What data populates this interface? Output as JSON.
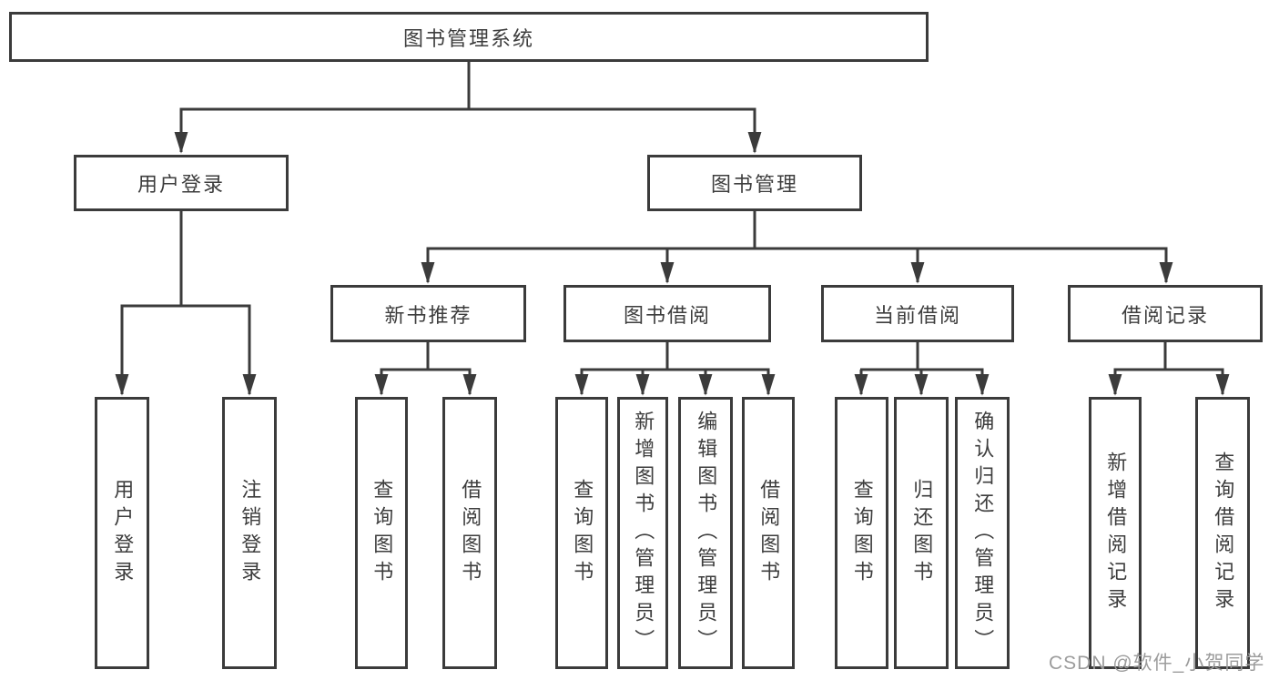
{
  "title": "图书管理系统",
  "tree": {
    "root": {
      "label": "图书管理系统",
      "children": [
        {
          "label": "用户登录",
          "children": [
            {
              "label": "用户登录"
            },
            {
              "label": "注销登录"
            }
          ]
        },
        {
          "label": "图书管理",
          "children": [
            {
              "label": "新书推荐",
              "children": [
                {
                  "label": "查询图书"
                },
                {
                  "label": "借阅图书"
                }
              ]
            },
            {
              "label": "图书借阅",
              "children": [
                {
                  "label": "查询图书"
                },
                {
                  "label": "新增图书（管理员）"
                },
                {
                  "label": "编辑图书（管理员）"
                },
                {
                  "label": "借阅图书"
                }
              ]
            },
            {
              "label": "当前借阅",
              "children": [
                {
                  "label": "查询图书"
                },
                {
                  "label": "归还图书"
                },
                {
                  "label": "确认归还（管理员）"
                }
              ]
            },
            {
              "label": "借阅记录",
              "children": [
                {
                  "label": "新增借阅记录"
                },
                {
                  "label": "查询借阅记录"
                }
              ]
            }
          ]
        }
      ]
    }
  },
  "watermark": "CSDN @软件_小贺同学",
  "colors": {
    "line": "#3b3b3b",
    "text": "#3d3d3d",
    "watermark": "#9c9c9c",
    "background": "#ffffff"
  }
}
